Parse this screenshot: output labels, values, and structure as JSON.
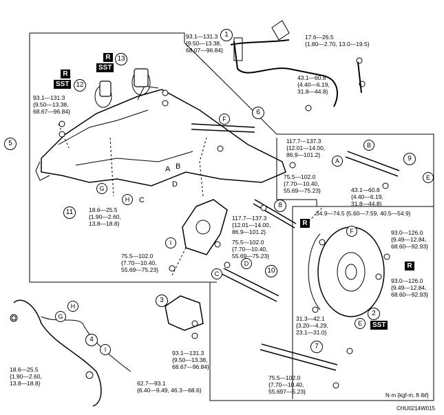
{
  "parts": {
    "p1": "1",
    "p2": "2",
    "p3": "3",
    "p4": "4",
    "p5": "5",
    "p6": "6",
    "p7": "7",
    "p8": "8",
    "p9": "9",
    "p10": "10",
    "p11": "11",
    "p12": "12",
    "p13": "13"
  },
  "torque": {
    "t1_l1": "93.1—131.3",
    "t1_l2": "{9.50—13.38,",
    "t1_l3": "68.07—96.84}",
    "t2_l1": "17.6—26.5",
    "t2_l2": "{1.80—2.70, 13.0—19.5}",
    "t3_l1": "43.1—60.8",
    "t3_l2": "{4.40—6.19,",
    "t3_l3": "31.8—44.8}",
    "t4_l1": "93.1—131.3",
    "t4_l2": "{9.50—13.38,",
    "t4_l3": "68.67—96.84}",
    "t5_l1": "117.7—137.3",
    "t5_l2": "{12.01—14.00,",
    "t5_l3": "86.9—101.2}",
    "t6_l1": "75.5—102.0",
    "t6_l2": "{7.70—10.40,",
    "t6_l3": "55.69—75.23}",
    "t7_l1": "43.1—60.8",
    "t7_l2": "{4.40—6.19,",
    "t7_l3": "31.8—44.8}",
    "t8_l1": "18.6—25.5",
    "t8_l2": "{1.90—2.60,",
    "t8_l3": "13.8—18.8}",
    "t9_l1": "117.7—137.3",
    "t9_l2": "{12.01—14.00,",
    "t9_l3": "86.9—101.2}",
    "t10_l1": "75.5—102.0",
    "t10_l2": "{7.70—10.40,",
    "t10_l3": "55.69—75.23}",
    "t11_l1": "54.9—74.5 {5.60—7.59, 40.5—54.9}",
    "t12_l1": "93.0—126.0",
    "t12_l2": "{9.49—12.84,",
    "t12_l3": "68.60—92.93}",
    "t13_l1": "75.5—102.0",
    "t13_l2": "{7.70—10.40,",
    "t13_l3": "55.69—75.23}",
    "t14_l1": "93.0—126.0",
    "t14_l2": "{9.49—12.84,",
    "t14_l3": "68.60—92.93}",
    "t15_l1": "31.3—42.1",
    "t15_l2": "{3.20—4.29,",
    "t15_l3": "23.1—31.0}",
    "t16_l1": "93.1—131.3",
    "t16_l2": "{9.50—13.38,",
    "t16_l3": "68.67—96.84}",
    "t17_l1": "18.6—25.5",
    "t17_l2": "{1.90—2.60,",
    "t17_l3": "13.8—18.8}",
    "t18_l1": "62.7—93.1",
    "t18_l2": "{6.40—9.49, 46.3—68.6}",
    "t19_l1": "75.5—102.0",
    "t19_l2": "{7.70—10.40,",
    "t19_l3": "55.697—5.23}"
  },
  "markers": {
    "r": "R",
    "sst": "SST"
  },
  "letters": {
    "a": "A",
    "b": "B",
    "c": "C",
    "d": "D",
    "e": "E",
    "f": "F",
    "g": "G",
    "h": "H",
    "i": "I"
  },
  "footer": {
    "units": "N·m {kgf-m, ft·lbf}",
    "code": "CHU0214W015"
  }
}
